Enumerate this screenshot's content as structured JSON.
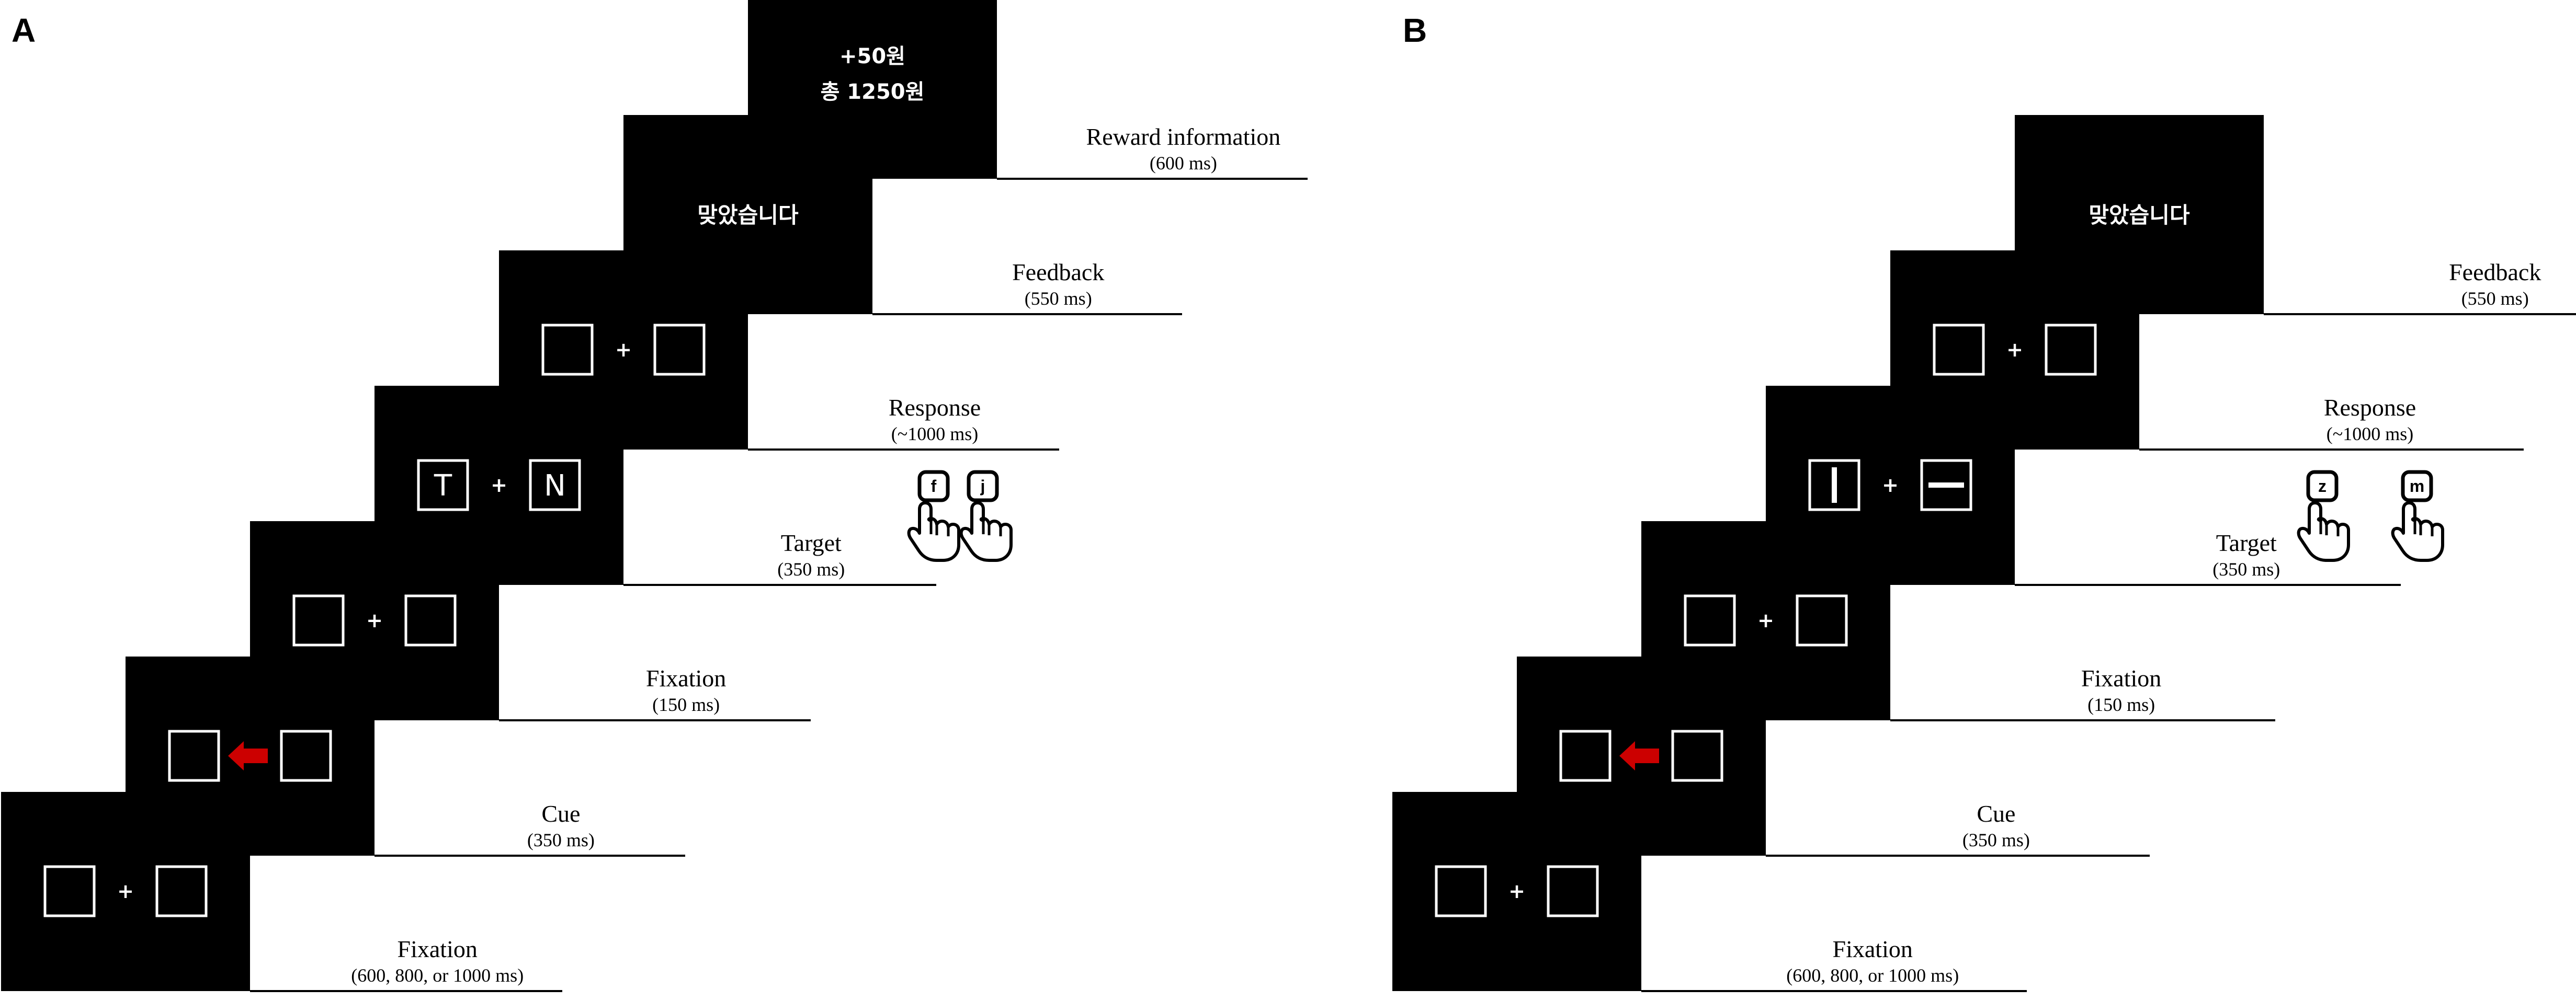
{
  "panels": [
    {
      "letter": "A",
      "reward": {
        "amount": "+50원",
        "total": "총 1250원"
      },
      "feedback_text": "맞았습니다",
      "target": {
        "left": "T",
        "right": "N"
      },
      "keys": [
        "f",
        "j"
      ],
      "labels": [
        {
          "title": "Reward information",
          "duration": "(600 ms)"
        },
        {
          "title": "Feedback",
          "duration": "(550 ms)"
        },
        {
          "title": "Response",
          "duration": "(~1000 ms)"
        },
        {
          "title": "Target",
          "duration": "(350 ms)"
        },
        {
          "title": "Fixation",
          "duration": "(150 ms)"
        },
        {
          "title": "Cue",
          "duration": "(350 ms)"
        },
        {
          "title": "Fixation",
          "duration": "(600, 800, or 1000 ms)"
        }
      ]
    },
    {
      "letter": "B",
      "feedback_text": "맞았습니다",
      "target": {
        "left": "|",
        "right": "—"
      },
      "keys": [
        "z",
        "m"
      ],
      "labels": [
        {
          "title": "Feedback",
          "duration": "(550 ms)"
        },
        {
          "title": "Response",
          "duration": "(~1000 ms)"
        },
        {
          "title": "Target",
          "duration": "(350 ms)"
        },
        {
          "title": "Fixation",
          "duration": "(150 ms)"
        },
        {
          "title": "Cue",
          "duration": "(350 ms)"
        },
        {
          "title": "Fixation",
          "duration": "(600, 800, or 1000 ms)"
        }
      ]
    }
  ],
  "fixation_cross": "+",
  "colors": {
    "screen": "#000000",
    "frame": "#ffffff",
    "cue_arrow": "#cc0000"
  },
  "icons": {
    "hand": "pointing-hand-icon",
    "cue": "left-arrow-icon"
  }
}
